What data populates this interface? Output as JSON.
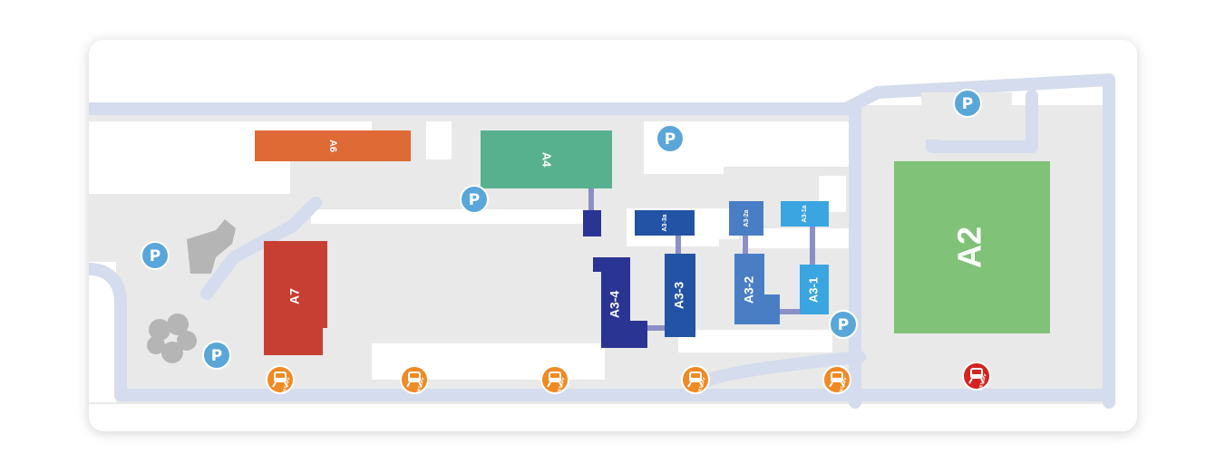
{
  "colors": {
    "ground": "#e9e9e9",
    "path": "#d4dced",
    "connector": "#8c8fc6",
    "entrance_default": "#f08a24",
    "entrance_alt": "#d4241f",
    "parking": "#5aa6d9"
  },
  "buildings": {
    "a6": {
      "label": "A6",
      "color": "#e06a35"
    },
    "a4": {
      "label": "A4",
      "color": "#58b18e"
    },
    "a7": {
      "label": "A7",
      "color": "#c73f33"
    },
    "a2": {
      "label": "A2",
      "color": "#80c277"
    },
    "a3_4": {
      "label": "A3-4",
      "color": "#2a3493"
    },
    "a3_3": {
      "label": "A3-3",
      "color": "#2353a4"
    },
    "a3_3a": {
      "label": "A3-3a",
      "color": "#2353a4"
    },
    "a3_2": {
      "label": "A3-2",
      "color": "#4a7ec4"
    },
    "a3_2a": {
      "label": "A3-2a",
      "color": "#4a7ec4"
    },
    "a3_1": {
      "label": "A3-1",
      "color": "#3aa5e0"
    },
    "a3_1a": {
      "label": "A3-1a",
      "color": "#3aa5e0"
    }
  },
  "parking": {
    "label": "P",
    "icon": "parking-icon"
  },
  "entrances": {
    "icon": "train-icon",
    "label": "GET OFF"
  }
}
